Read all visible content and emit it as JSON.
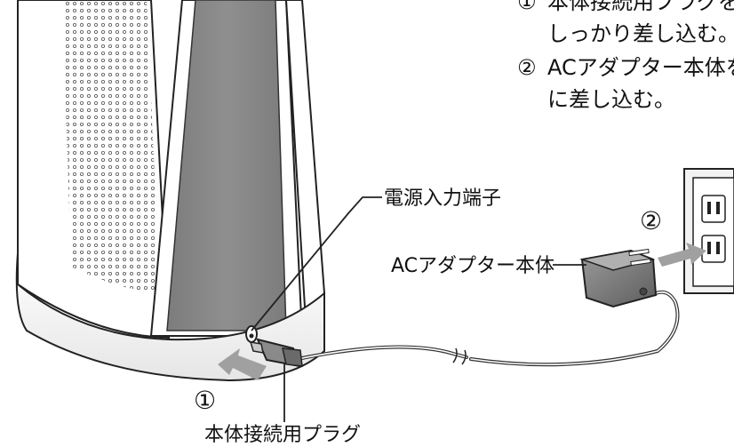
{
  "instructions": {
    "step1_marker": "①",
    "step1_text_line1": "本体接続用プラグを",
    "step1_text_line2": "しっかり差し込む。",
    "step2_marker": "②",
    "step2_text_line1": "ACアダプター本体を",
    "step2_text_line2": "に差し込む。"
  },
  "labels": {
    "power_input": "電源入力端子",
    "ac_adapter": "ACアダプター本体",
    "plug": "本体接続用プラグ"
  },
  "step_markers": {
    "step1": "①",
    "step2": "②"
  },
  "colors": {
    "line": "#222222",
    "arrow_fill": "#9a9a9a",
    "panel_gray": "#8a8a8a",
    "adapter": "#7a7a7a",
    "outlet": "#f0f0f0"
  }
}
